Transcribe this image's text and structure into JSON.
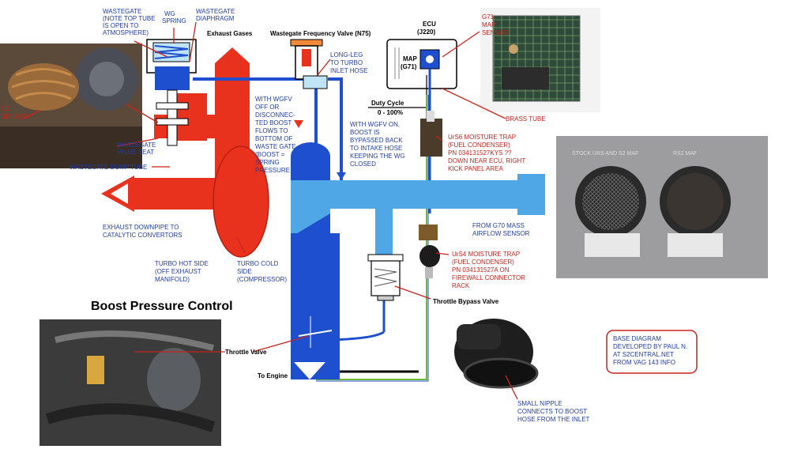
{
  "title": "Boost Pressure Control",
  "colors": {
    "exhaust_red": "#e9321e",
    "boost_blue": "#1d4fcf",
    "intake_lightblue": "#4fa7e6",
    "label_blue": "#1f3ea8",
    "label_red": "#c8231b",
    "wire_green": "#6fb83a"
  },
  "labels": {
    "wastegate_top": [
      "WASTEGATE",
      "(NOTE TOP TUBE",
      "IS OPEN TO",
      "ATMOSPHERE)"
    ],
    "wg_spring": [
      "WG",
      "SPRING"
    ],
    "wastegate_diaphragm": [
      "WASTEGATE",
      "DIAPHRAGM"
    ],
    "exhaust_gases": "Exhaust Gases",
    "n75": "Wastegate Frequency Valve (N75)",
    "ecu": [
      "ECU",
      "(J220)"
    ],
    "map": [
      "MAP",
      "(G71)"
    ],
    "g71_map_sensor": [
      "G71",
      "MAP",
      "SENSOR"
    ],
    "long_leg": [
      "LONG-LEG",
      "TO TURBO",
      "INLET HOSE"
    ],
    "o2_sensor": [
      "O2",
      "SENSOR"
    ],
    "wgfv_off": [
      "WITH WGFV",
      "OFF OR",
      "DISCONNEC-",
      "TED BOOST",
      "FLOWS TO",
      "BOTTOM OF",
      "WASTE GATE",
      "(BOOST =",
      "SPRING",
      "PRESSURE"
    ],
    "wgfv_on": [
      "WITH WGFV ON,",
      "BOOST IS",
      "BYPASSED BACK",
      "TO INTAKE HOSE",
      "KEEPING THE WG",
      "CLOSED"
    ],
    "duty_cycle": [
      "Duty Cycle",
      "0 - 100%"
    ],
    "brass_tube": "BRASS TUBE",
    "wastegate_valve_seat": [
      "WASTEGATE",
      "VALVE SEAT"
    ],
    "wastegate_dump_tube": "WASTEGATE DUMP TUBE",
    "urs6_trap": [
      "UrS6 MOISTURE TRAP",
      "(FUEL CONDENSER)",
      "PN  034131527KYS ??",
      "DOWN NEAR ECU, RIGHT",
      "KICK PANEL AREA"
    ],
    "stock_maf": "STOCK URS AND S2 MAF",
    "rs2_maf": "RS2 MAF",
    "exhaust_downpipe": [
      "EXHAUST DOWNPIPE TO",
      "CATALYTIC CONVERTORS"
    ],
    "g70_maf": [
      "FROM G70 MASS",
      "AIRFLOW SENSOR"
    ],
    "turbo_hot": [
      "TURBO HOT SIDE",
      "(OFF EXHAUST",
      "MANIFOLD)"
    ],
    "turbo_cold": [
      "TURBO COLD",
      "SIDE",
      "(COMPRESSOR)"
    ],
    "urs4_trap": [
      "UrS4 MOISTURE TRAP",
      "(FUEL CONDENSER)",
      "PN  034131527A ON",
      "FIREWALL CONNECTOR",
      "RACK"
    ],
    "throttle_bypass": "Throttle Bypass Valve",
    "throttle_valve": "Throttle Valve",
    "to_engine": "To Engine",
    "base_diagram": [
      "BASE DIAGRAM",
      "DEVELOPED BY PAUL N.",
      "AT S2CENTRAL.NET",
      "FROM VAG 143 INFO"
    ],
    "small_nipple": [
      "SMALL NIPPLE",
      "CONNECTS TO BOOST",
      "HOSE FROM THE INLET"
    ]
  }
}
